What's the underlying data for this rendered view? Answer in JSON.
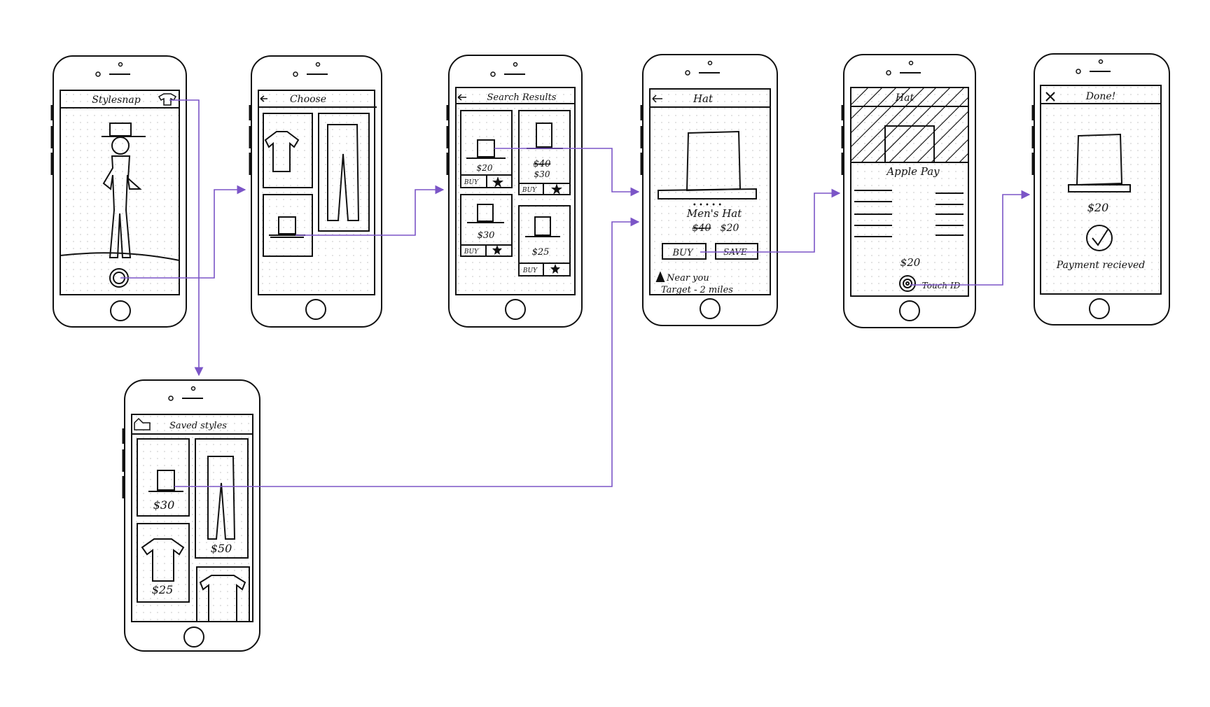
{
  "flow": {
    "screens": [
      {
        "id": "stylesnap",
        "title": "Stylesnap"
      },
      {
        "id": "choose",
        "title": "Choose"
      },
      {
        "id": "search",
        "title": "Search Results",
        "cards": [
          {
            "price": "$20",
            "buy": "BUY"
          },
          {
            "old_price": "$40",
            "price": "$30",
            "buy": "BUY"
          },
          {
            "price": "$30",
            "buy": "BUY"
          },
          {
            "price": "$25",
            "buy": "BUY"
          }
        ]
      },
      {
        "id": "hat",
        "title": "Hat",
        "dots": "• • • • •",
        "product": "Men's Hat",
        "old_price": "$40",
        "price": "$20",
        "buy": "BUY",
        "save": "SAVE",
        "near": "Near you",
        "store": "Target  - 2 miles"
      },
      {
        "id": "applepay",
        "title": "Hat",
        "pay": "Apple Pay",
        "price": "$20",
        "touch": "Touch ID"
      },
      {
        "id": "done",
        "title": "Done!",
        "price": "$20",
        "message": "Payment recieved"
      },
      {
        "id": "saved",
        "title": "Saved styles",
        "prices": [
          "$30",
          "$50",
          "$25"
        ]
      }
    ]
  },
  "colors": {
    "arrow": "#7b55c7",
    "ink": "#111111",
    "grid": "#d6d6d6"
  }
}
